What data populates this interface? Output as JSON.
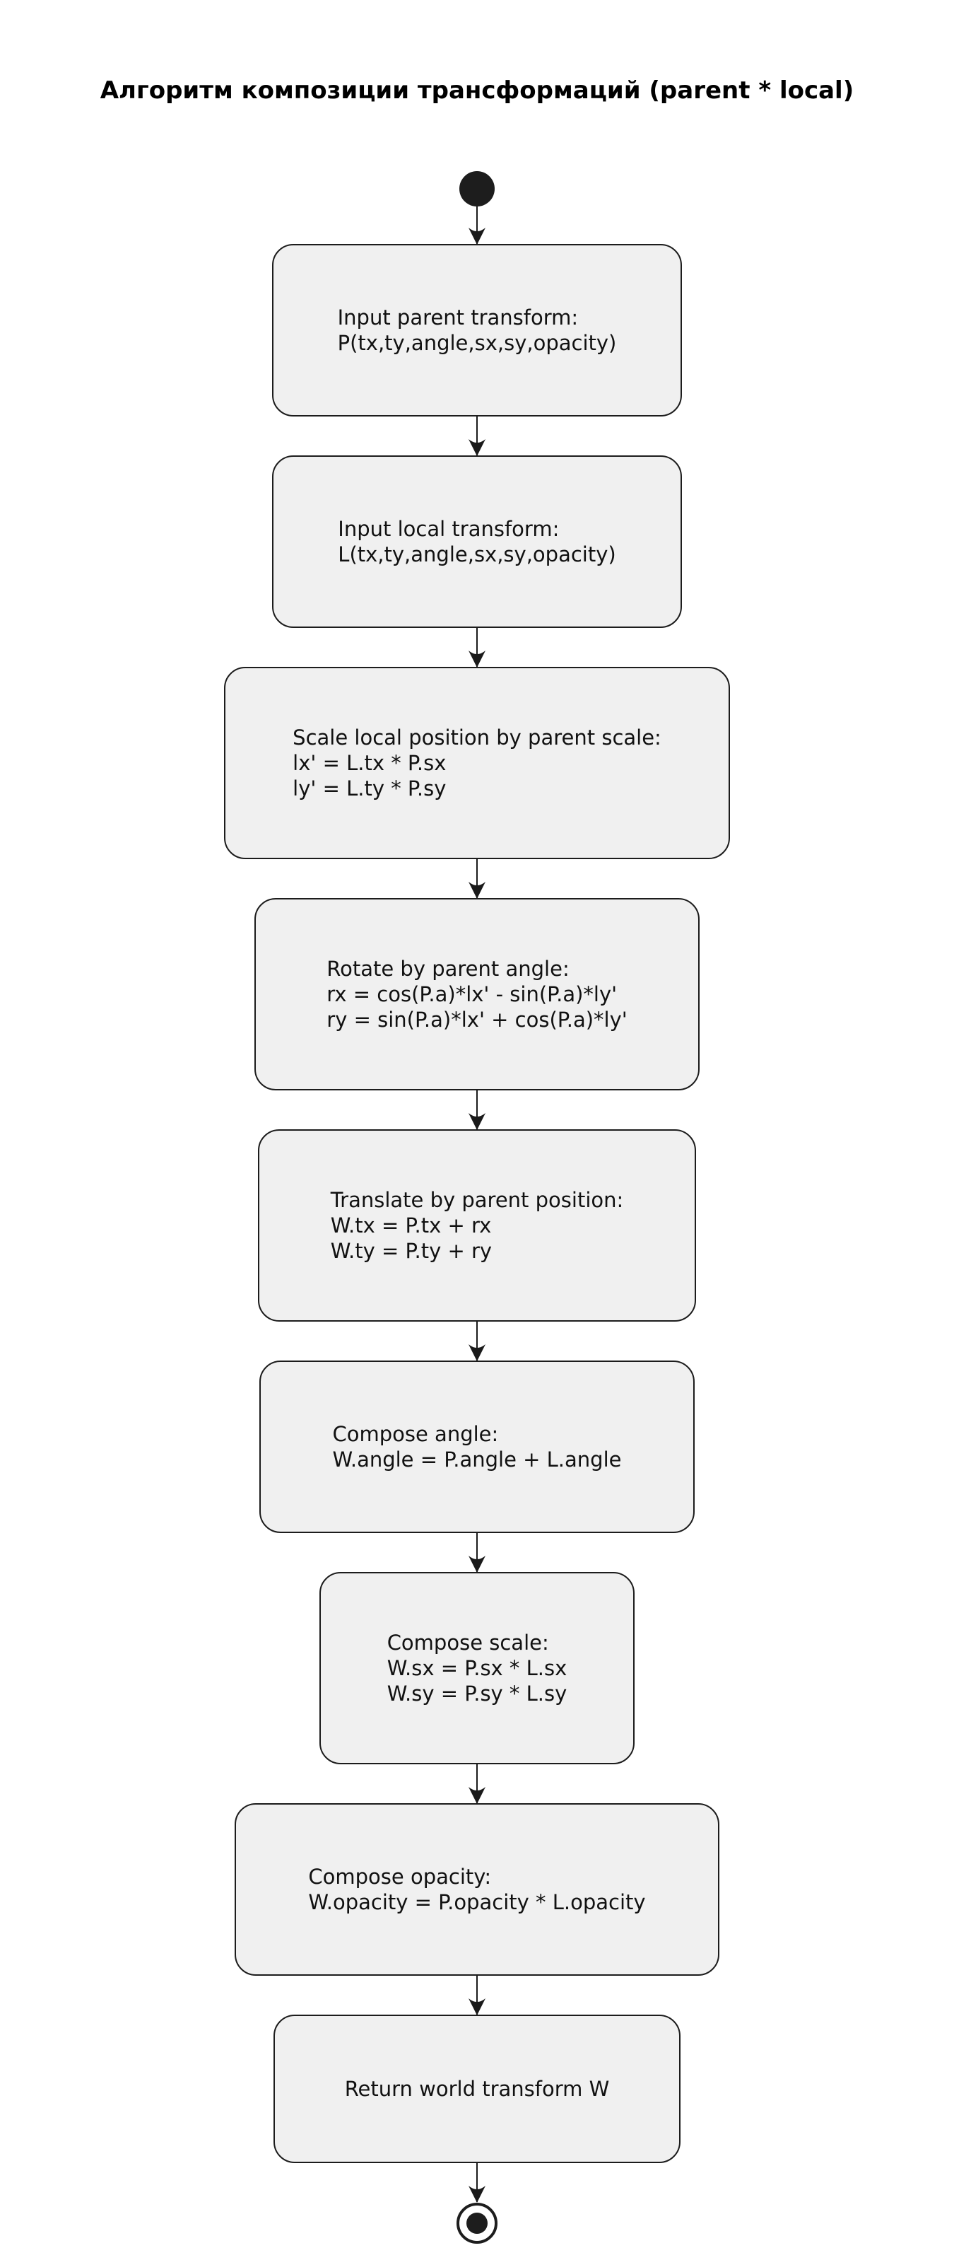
{
  "title": "Алгоритм композиции трансформаций (parent * local)",
  "colors": {
    "background": "#ffffff",
    "node_fill": "#f0f0f0",
    "node_border": "#1c1c1c",
    "text": "#111111",
    "arrow": "#1a1a1a"
  },
  "nodes": [
    {
      "id": "input-parent-transform",
      "lines": [
        "Input parent transform:",
        "P(tx,ty,angle,sx,sy,opacity)"
      ]
    },
    {
      "id": "input-local-transform",
      "lines": [
        "Input local transform:",
        "L(tx,ty,angle,sx,sy,opacity)"
      ]
    },
    {
      "id": "scale-local-position",
      "lines": [
        "Scale local position by parent scale:",
        "lx' = L.tx * P.sx",
        "ly' = L.ty * P.sy"
      ]
    },
    {
      "id": "rotate-by-parent-angle",
      "lines": [
        "Rotate by parent angle:",
        "rx = cos(P.a)*lx' - sin(P.a)*ly'",
        "ry = sin(P.a)*lx' + cos(P.a)*ly'"
      ]
    },
    {
      "id": "translate-by-parent-position",
      "lines": [
        "Translate by parent position:",
        "W.tx = P.tx + rx",
        "W.ty = P.ty + ry"
      ]
    },
    {
      "id": "compose-angle",
      "lines": [
        "Compose angle:",
        "W.angle = P.angle + L.angle"
      ]
    },
    {
      "id": "compose-scale",
      "lines": [
        "Compose scale:",
        "W.sx = P.sx * L.sx",
        "W.sy = P.sy * L.sy"
      ]
    },
    {
      "id": "compose-opacity",
      "lines": [
        "Compose opacity:",
        "W.opacity = P.opacity * L.opacity"
      ]
    },
    {
      "id": "return-world-transform",
      "lines": [
        "Return world transform W"
      ]
    }
  ]
}
